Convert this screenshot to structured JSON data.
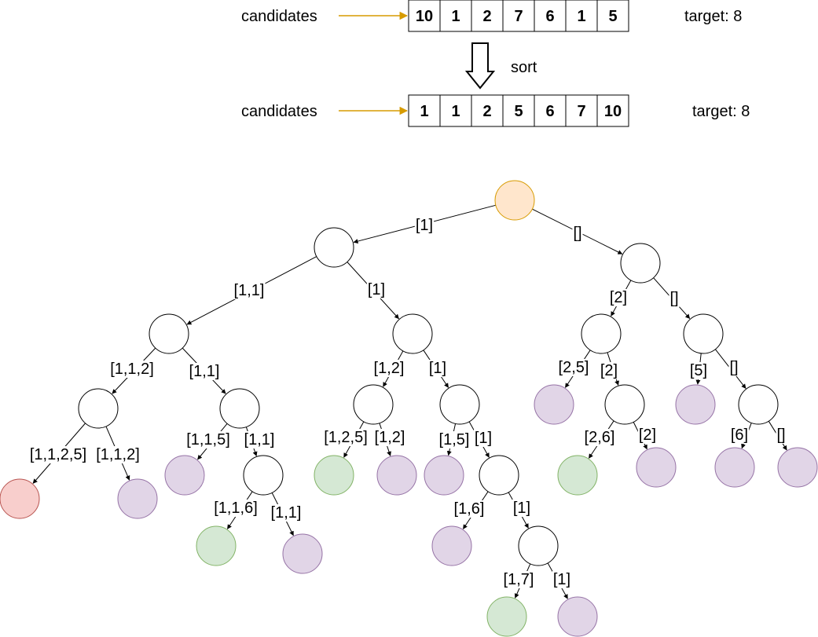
{
  "top": {
    "candidates_label": "candidates",
    "array": [
      "10",
      "1",
      "2",
      "7",
      "6",
      "1",
      "5"
    ],
    "target": "target: 8"
  },
  "sort_label": "sort",
  "bottom": {
    "candidates_label": "candidates",
    "array": [
      "1",
      "1",
      "2",
      "5",
      "6",
      "7",
      "10"
    ],
    "target": "target: 8"
  },
  "colors": {
    "arrow_orange": "#d79b00",
    "root_fill": "#ffe6cc",
    "root_stroke": "#d79b00",
    "plain_fill": "#ffffff",
    "plain_stroke": "#000000",
    "found_fill": "#d5e8d4",
    "found_stroke": "#82b366",
    "pruned_fill": "#e1d5e7",
    "pruned_stroke": "#9673a6",
    "error_fill": "#f8cecc",
    "error_stroke": "#b85450"
  },
  "tree": {
    "edge_labels": [
      "[1]",
      "[]",
      "[1,1]",
      "[1]",
      "[2]",
      "[]",
      "[1,1,2]",
      "[1,1]",
      "[1,2]",
      "[1]",
      "[2,5]",
      "[2]",
      "[5]",
      "[]",
      "[1,1,2,5]",
      "[1,1,2]",
      "[1,1,5]",
      "[1,1]",
      "[1,2,5]",
      "[1,2]",
      "[1,5]",
      "[1]",
      "[2,6]",
      "[2]",
      "[6]",
      "[]",
      "[1,1,6]",
      "[1,1]",
      "[1,6]",
      "[1]",
      "[1,7]",
      "[1]"
    ]
  }
}
